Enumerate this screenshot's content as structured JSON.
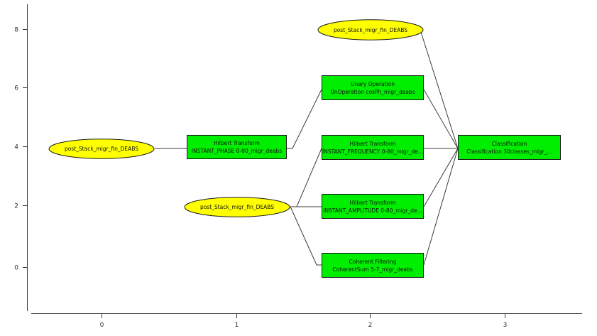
{
  "figure": {
    "background_color": "#ffffff",
    "node_fill_box": "#00ee00",
    "node_fill_ellipse": "#ffff00",
    "node_stroke": "#1a1a1a",
    "edge_color": "#3a3a3a",
    "axis_color": "#3a3a3a",
    "tick_color": "#303030"
  },
  "chart_data": {
    "type": "scatter",
    "title": "",
    "xlabel": "",
    "ylabel": "",
    "xlim": [
      -0.78,
      3.72
    ],
    "ylim": [
      -1.25,
      9.0
    ],
    "grid": false,
    "legend": null,
    "xticks": [
      0,
      1,
      2,
      3
    ],
    "xtick_labels": [
      "0",
      "1",
      "2",
      "3"
    ],
    "yticks": [
      0,
      2,
      4,
      6,
      8
    ],
    "ytick_labels": [
      "0",
      "2",
      "4",
      "6",
      "8"
    ],
    "nodes": [
      {
        "id": "n0",
        "label_line1": "post_Stack_migr_fin_DEABS",
        "label_line2": "",
        "shape": "ellipse",
        "color": "#ffff00",
        "x": 0.0,
        "y": 4.0
      },
      {
        "id": "n1",
        "label_line1": "Hilbert Transform",
        "label_line2": "INSTANT_PHASE 0-80_migr_deabs",
        "shape": "box",
        "color": "#00ee00",
        "x": 1.0,
        "y": 4.0
      },
      {
        "id": "n2",
        "label_line1": "post_Stack_migr_fin_DEABS",
        "label_line2": "",
        "shape": "ellipse",
        "color": "#ffff00",
        "x": 1.0,
        "y": 2.0
      },
      {
        "id": "n3",
        "label_line1": "post_Stack_migr_fin_DEABS",
        "label_line2": "",
        "shape": "ellipse",
        "color": "#ffff00",
        "x": 2.0,
        "y": 8.0
      },
      {
        "id": "n4",
        "label_line1": "Unary Operation",
        "label_line2": "UnOperation cosPh_migr_deabs",
        "shape": "box",
        "color": "#00ee00",
        "x": 2.0,
        "y": 6.0
      },
      {
        "id": "n5",
        "label_line1": "Hilbert Transform",
        "label_line2": "INSTANT_FREQUENCY 0-80_migr_de...",
        "shape": "box",
        "color": "#00ee00",
        "x": 2.0,
        "y": 4.0
      },
      {
        "id": "n6",
        "label_line1": "Hilbert Transform",
        "label_line2": "INSTANT_AMPLITUDE 0-80_migr_de...",
        "shape": "box",
        "color": "#00ee00",
        "x": 2.0,
        "y": 2.0
      },
      {
        "id": "n7",
        "label_line1": "Coherent Filtering",
        "label_line2": "CoherentSum 5-7_migr_deabs",
        "shape": "box",
        "color": "#00ee00",
        "x": 2.0,
        "y": 0.0
      },
      {
        "id": "n8",
        "label_line1": "Classification",
        "label_line2": "Classification 30classes_migr_...",
        "shape": "box",
        "color": "#00ee00",
        "x": 3.0,
        "y": 4.0
      }
    ],
    "edges": [
      {
        "from": "n0",
        "to": "n1"
      },
      {
        "from": "n1",
        "to": "n4"
      },
      {
        "from": "n2",
        "to": "n5"
      },
      {
        "from": "n2",
        "to": "n6"
      },
      {
        "from": "n2",
        "to": "n7"
      },
      {
        "from": "n3",
        "to": "n8"
      },
      {
        "from": "n4",
        "to": "n8"
      },
      {
        "from": "n5",
        "to": "n8"
      },
      {
        "from": "n6",
        "to": "n8"
      },
      {
        "from": "n7",
        "to": "n8"
      }
    ]
  }
}
